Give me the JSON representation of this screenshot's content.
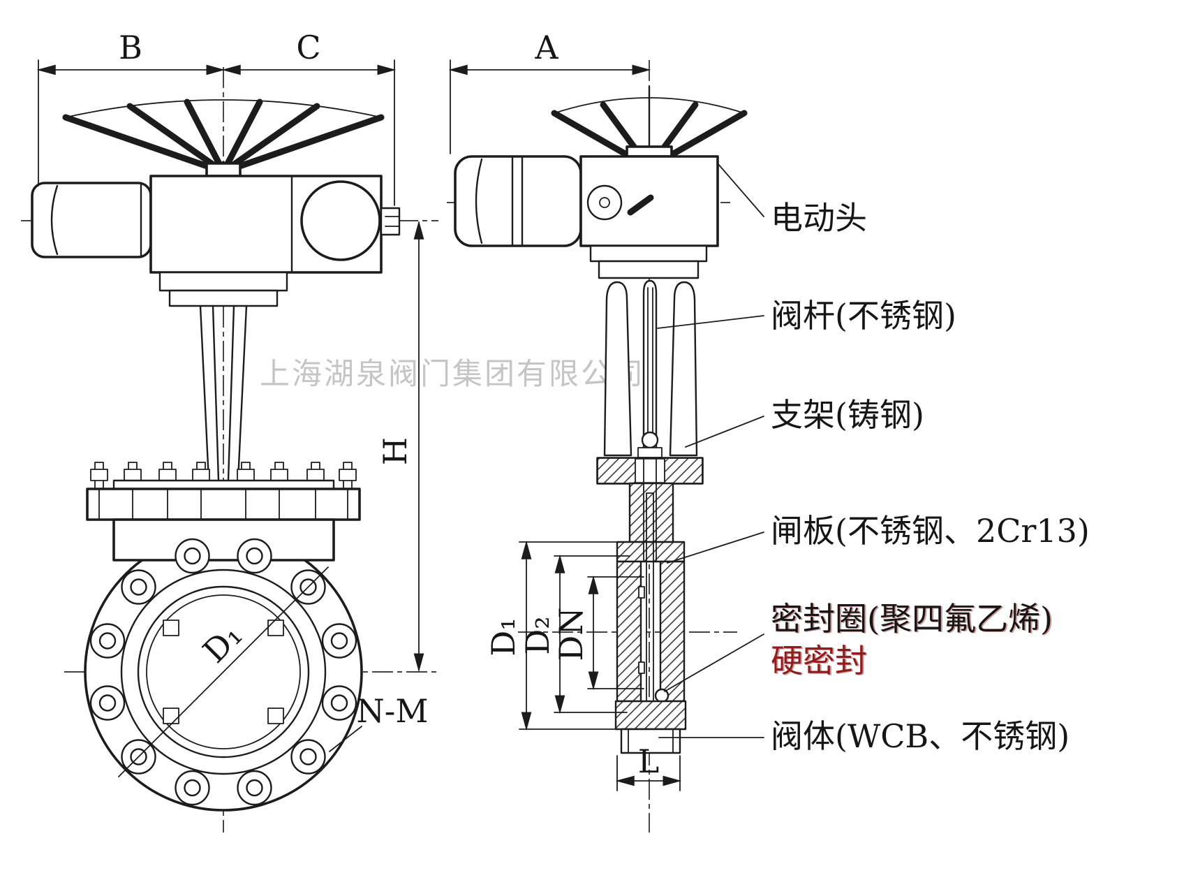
{
  "watermark": {
    "text": "上海湖泉阀门集团有限公司"
  },
  "dims": {
    "b": "B",
    "c": "C",
    "a": "A",
    "h": "H",
    "d1_front": "D₁",
    "nm": "N-M",
    "d1": "D₁",
    "d2": "D₂",
    "dn": "DN",
    "l": "L"
  },
  "parts": {
    "actuator": "电动头",
    "stem": "阀杆(不锈钢)",
    "bracket": "支架(铸钢)",
    "gate": "闸板(不锈钢、2Cr13)",
    "seal1": "密封圈(聚四氟乙烯)",
    "seal2": "硬密封",
    "body": "阀体(WCB、不锈钢)"
  },
  "colors": {
    "ink": "#161616",
    "seal_accent": "#8f1d1d",
    "watermark": "#c5c5c5"
  }
}
